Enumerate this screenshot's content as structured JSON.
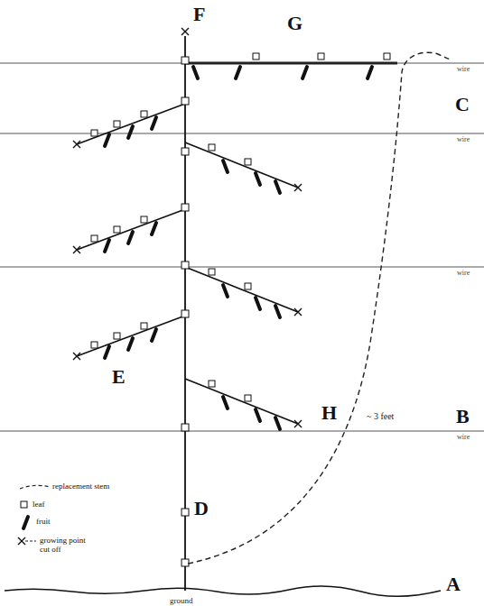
{
  "diagram": {
    "labels": [
      "F",
      "G",
      "wire",
      "C",
      "wire",
      "wire",
      "H",
      "~ 3 feet",
      "B",
      "wire",
      "E",
      "D",
      "A",
      "ground"
    ],
    "legend": [
      {
        "text": "replacement stem"
      },
      {
        "text": "leaf"
      },
      {
        "text": "fruit"
      },
      {
        "text": "growing point cut off"
      }
    ]
  }
}
